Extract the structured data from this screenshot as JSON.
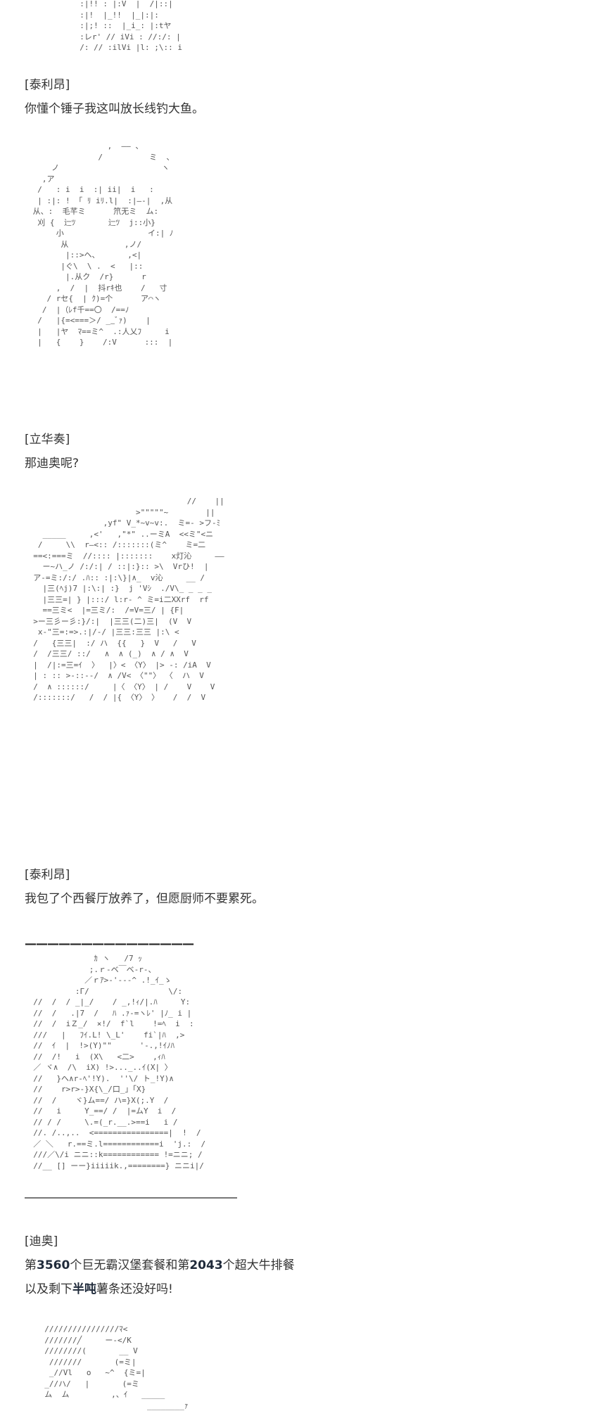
{
  "art": [
    "  :|!! : |:V  |  /|::|\n  :|!  |_!!  |_|:|:\n  :|;! ::  |_i_: |:tヤ\n  :レr' // iVi : //:/: |\n  /: // :ilVi |l: ;\\:: i",
    "                 ,  ―― 、\n               /          ミ  、\n     ノ                      ヽ\n   ,ア                  \n  /   : i  i  :| ii|  i   :\n  | :|: ! 「 ﾘ iﾘ.l|  :|―‐|  ,从\n 从、:  毛芊ミ      笊无ミ  ム:\n  刈 {  辷ﾂ       辷ﾂ  j::小}\n      小                  イ:| ﾉ\n       从            ,ノ/\n        |::>ヘ、      ,<|\n       |ぐ\\  \\ .  <   |::\n        |.从ク  /r}      r\n      ,  /  |  抖rｷ也    /   寸\n    / rセ{  | ｸ)=个      ア⌒ヽ\n   /  |（ﾚf千==〇  /==ﾉ \n  /   |{=<===＞/ __ﾞｧ)    |\n  |   |ヤ  ﾏ==ミ^  .:人乂ﾌ     i\n  |   {    }    /:V      :::  |",
    "                                   //    ||\n                        >\"\"\"\"\"~        ||\n                 ,yf\" V_*~v~v:.  ミ=- >フ-ﾐ\n    _____     ,<'   ,\"*\" ..ーミA  <<ミ\"<ニ\n   /     \\\\  r―<:: /:::::::(ミ^    ミ=二\n  ==<:===ミ  //:::: |:::::::    x灯沁     ――\n    ー~ハ_ノ /:/:| / ::|:}:: >\\  Vrひ!  |\n  ア-=ミ:/:/ .ﾊ:: :|:\\}|∧_  v沁     __ /\n    |三(ﾍj)7 |:\\:| :}  j 'Vｼ  ./V\\_ _ _ _\n    |三三=| } |:::/ l:r- ^ ミ=i二XXrf  rf\n    ==三ミ<  |=三ミ/:  /=V=三/ | {F|\n  >ー三彡ー彡:}/:|  |三三(二)三|  (V  V\n   x-\"三=:=>.:|/-/ |三三:三三 |:\\ <\n  /   {三三|  :/ ハ  {{   }  V   /   V\n  /  /三三/ ::/   ∧  ∧ (_)  ∧ / ∧  V\n  |  /|:=三=ｲ  〉  |〉< 〈Y〉 |> -: /iA  V\n  | : :: >-::--/  ∧ /V< 〈\"\"〉 〈  ハ  V\n  /  ∧ ::::::/     |〈 〈Y〉 | /    V    V\n  /:::::::/   /  / |{ 〈Y〉 〉   /  /  V",
    "               ｶ ヽ   /7 ｯ\n              ;.ｒ-ベ￣ベ-r-、\n             ／ｒｱ>-'---^ .!_ｲ_ゝ\n           :Γ/                 \\/:\n  //  /  / _|_/    / _,!ｨ/|.ﾊ     Y:\n  //  /   .|7  /   ﾊ .ｧ-=ヽﾚ' |ﾉ_ i |\n  //  /  iＺ_/  ×!/  f`l    !=ﾍ  i  :\n  ///   |   ﾌｲ.L! \\_L'    fi`|ﾊ  ,>\n  //  ｲ  |  !>(Y)\"\"      '-.,!ｲﾉﾊ\n  //  /!   i  (X\\   <二>    ,ｨﾊ\n  ／ ヾ∧  /\\  iX) !>..._..ｲ(X| 〉\n  //   }へ∧r-ﾍ'!Y).  ''\\/ ト_!Y)∧\n  //    r>r>-}X{\\_/口_」「X}\n  //  /    ヾ}ム==/ ハ=}X(;.Y  /\n  //   i     Y_==/ /  |=ムY  i  /\n  // / /     \\.=(_r.__.>==i   i /\n  //. /..,..  <================|  !  /\n  ／ ＼   r.==ミ.l============i  'j.:  /\n  ///／\\/i ニニ::k============ !=ニニ; /\n  //__ [] ーー}iiiiik.,========} ニニi|/",
    "  ////////////////ﾏ<\n  ///////╱     ー-</K\n  ////////(       __ V\n   ///////       (=ミ|\n   _//Vl   o   ~^  {ミ=|\n  _//ハ/   |       (=ミ\n  ム  ム         ,、ｲ   _____\n                        ________ｧ"
  ],
  "blocks": [
    {
      "speaker": "[泰利昂]",
      "line": "你懂个锤子我这叫放长线钓大鱼。"
    },
    {
      "speaker": "[立华奏]",
      "line": "那迪奥呢?"
    },
    {
      "speaker": "[泰利昂]",
      "line": "我包了个西餐厅放养了，但愿厨师不要累死。"
    },
    {
      "speaker": "[迪奥]"
    }
  ],
  "divider": "———————————————",
  "dio": {
    "l1a": "第",
    "n1": "3560",
    "l1b": "个巨无霸汉堡套餐和第",
    "n2": "2043",
    "l1c": "个超大牛排餐",
    "l2a": "以及剩下",
    "b2": "半吨",
    "l2b": "薯条还没好吗!"
  }
}
